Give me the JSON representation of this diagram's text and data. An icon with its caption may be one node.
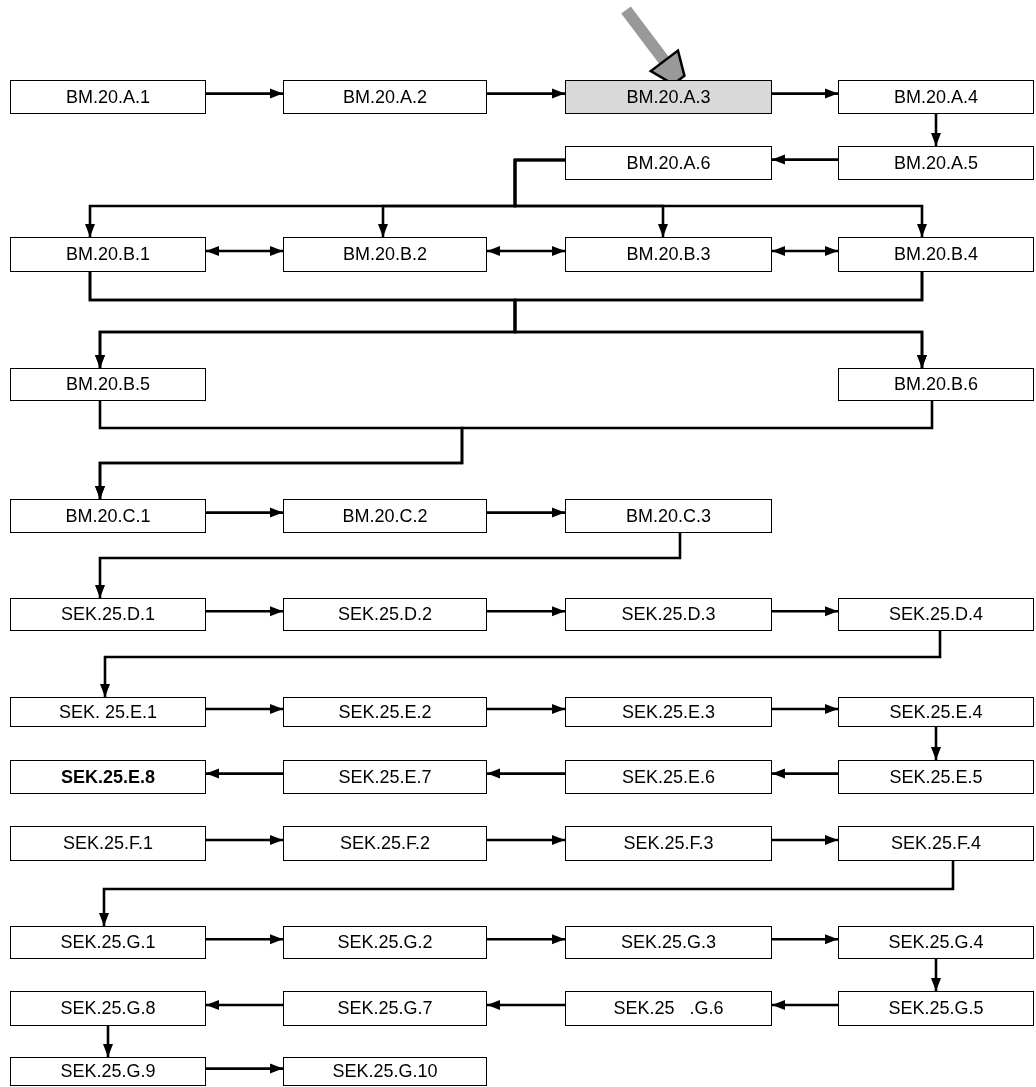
{
  "diagram": {
    "nodes": [
      {
        "text": [
          "BM.20.A.1"
        ]
      },
      {
        "text": [
          "BM.20.A.2"
        ]
      },
      {
        "text": [
          "BM.20.A.3"
        ]
      },
      {
        "text": [
          "BM.20.A.4"
        ]
      },
      {
        "text": [
          "BM.20.A.6"
        ]
      },
      {
        "text": [
          "BM.20.A.5"
        ]
      },
      {
        "text": [
          "BM.20.B.1"
        ]
      },
      {
        "text": [
          "BM.20.B.2"
        ]
      },
      {
        "text": [
          "BM.20.B.3"
        ]
      },
      {
        "text": [
          "BM.20.B.4"
        ]
      },
      {
        "text": [
          "BM.20.B.5"
        ]
      },
      {
        "text": [
          "BM.20.B.6"
        ]
      },
      {
        "text": [
          "BM.20.C.1"
        ]
      },
      {
        "text": [
          "BM.20.C.2"
        ]
      },
      {
        "text": [
          "BM.20.C.3"
        ]
      },
      {
        "text": [
          "SEK.25.D.1"
        ]
      },
      {
        "text": [
          "SEK.25.D.2"
        ]
      },
      {
        "text": [
          "SEK.25.D.3"
        ]
      },
      {
        "text": [
          "SEK.25.D.4"
        ]
      },
      {
        "text": [
          "SEK. 25.E.1"
        ]
      },
      {
        "text": [
          "SEK.25.E.2"
        ]
      },
      {
        "text": [
          "SEK.25.E.3"
        ]
      },
      {
        "text": [
          "SEK.25.E.4"
        ]
      },
      {
        "text": [
          "SEK.25.E.8"
        ]
      },
      {
        "text": [
          "SEK.25.E.7"
        ]
      },
      {
        "text": [
          "SEK.25.E.6"
        ]
      },
      {
        "text": [
          "SEK.25.E.5"
        ]
      },
      {
        "text": [
          "SEK.25.F.1"
        ]
      },
      {
        "text": [
          "SEK.25.F.2"
        ]
      },
      {
        "text": [
          "SEK.25.F.3"
        ]
      },
      {
        "text": [
          "SEK.25.F.4"
        ]
      },
      {
        "text": [
          "SEK.25.G.1"
        ]
      },
      {
        "text": [
          "SEK.25.G.2"
        ]
      },
      {
        "text": [
          "SEK.25.G.3"
        ]
      },
      {
        "text": [
          "SEK.25.G.4"
        ]
      },
      {
        "text": [
          "SEK.25.G.8"
        ]
      },
      {
        "text": [
          "SEK.25.G.7"
        ]
      },
      {
        "text": [
          "SEK.25   .G.6"
        ]
      },
      {
        "text": [
          "SEK.25.G.5"
        ]
      },
      {
        "text": [
          "SEK.25.G.9"
        ]
      },
      {
        "text": [
          "SEK.25.G.10"
        ]
      }
    ],
    "edges": [
      {
        "from": 0,
        "to": 1,
        "arrow": "to"
      },
      {
        "from": 1,
        "to": 2,
        "arrow": "to"
      },
      {
        "from": 2,
        "to": 3,
        "arrow": "to"
      },
      {
        "from": 3,
        "to": 5,
        "arrow": "to"
      },
      {
        "from": 5,
        "to": 4,
        "arrow": "to"
      },
      {
        "from": 4,
        "to": 6,
        "arrow": "to"
      },
      {
        "from": 4,
        "to": 7,
        "arrow": "to"
      },
      {
        "from": 4,
        "to": 8,
        "arrow": "to"
      },
      {
        "from": 4,
        "to": 9,
        "arrow": "to"
      },
      {
        "from": 6,
        "to": 7,
        "arrow": "both"
      },
      {
        "from": 7,
        "to": 8,
        "arrow": "both"
      },
      {
        "from": 8,
        "to": 9,
        "arrow": "both"
      },
      {
        "from": 6,
        "to": 10,
        "arrow": "to"
      },
      {
        "from": 6,
        "to": 11,
        "arrow": "to"
      },
      {
        "from": 9,
        "to": 10,
        "arrow": "to"
      },
      {
        "from": 9,
        "to": 11,
        "arrow": "to"
      },
      {
        "from": 10,
        "to": 12,
        "arrow": "to"
      },
      {
        "from": 11,
        "to": 12,
        "arrow": "to"
      },
      {
        "from": 12,
        "to": 13,
        "arrow": "to"
      },
      {
        "from": 13,
        "to": 14,
        "arrow": "to"
      },
      {
        "from": 14,
        "to": 15,
        "arrow": "to"
      },
      {
        "from": 15,
        "to": 16,
        "arrow": "to"
      },
      {
        "from": 16,
        "to": 17,
        "arrow": "to"
      },
      {
        "from": 17,
        "to": 18,
        "arrow": "to"
      },
      {
        "from": 18,
        "to": 19,
        "arrow": "to"
      },
      {
        "from": 19,
        "to": 20,
        "arrow": "to"
      },
      {
        "from": 20,
        "to": 21,
        "arrow": "to"
      },
      {
        "from": 21,
        "to": 22,
        "arrow": "to"
      },
      {
        "from": 22,
        "to": 26,
        "arrow": "to"
      },
      {
        "from": 26,
        "to": 25,
        "arrow": "to"
      },
      {
        "from": 25,
        "to": 24,
        "arrow": "to"
      },
      {
        "from": 24,
        "to": 23,
        "arrow": "to"
      },
      {
        "from": 27,
        "to": 28,
        "arrow": "to"
      },
      {
        "from": 28,
        "to": 29,
        "arrow": "to"
      },
      {
        "from": 29,
        "to": 30,
        "arrow": "to"
      },
      {
        "from": 30,
        "to": 31,
        "arrow": "to"
      },
      {
        "from": 31,
        "to": 32,
        "arrow": "to"
      },
      {
        "from": 32,
        "to": 33,
        "arrow": "to"
      },
      {
        "from": 33,
        "to": 34,
        "arrow": "to"
      },
      {
        "from": 34,
        "to": 38,
        "arrow": "to"
      },
      {
        "from": 38,
        "to": 37,
        "arrow": "to"
      },
      {
        "from": 37,
        "to": 36,
        "arrow": "to"
      },
      {
        "from": 36,
        "to": 35,
        "arrow": "to"
      },
      {
        "from": 35,
        "to": 39,
        "arrow": "to"
      },
      {
        "from": 39,
        "to": 40,
        "arrow": "to"
      },
      {
        "from": null,
        "to": 2,
        "arrow": "to",
        "style": "thick",
        "color": "#999999"
      }
    ]
  }
}
